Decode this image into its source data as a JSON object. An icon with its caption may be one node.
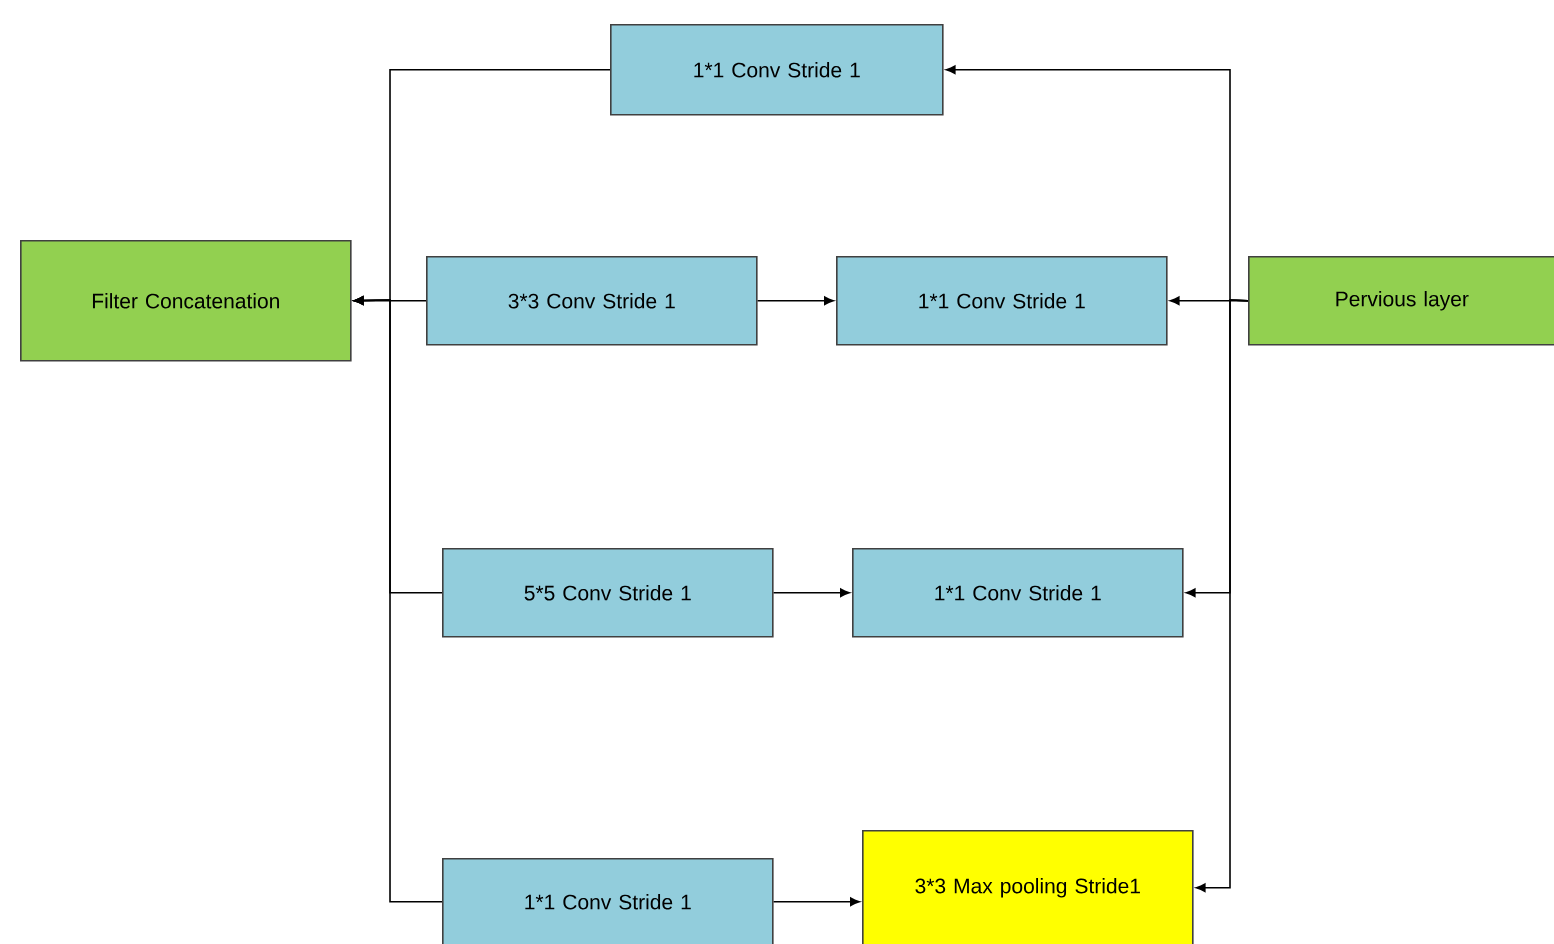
{
  "diagram": {
    "nodes": [
      {
        "text": [
          "1*1 Conv Stride 1"
        ]
      },
      {
        "text": [
          "Filter Concatenation"
        ]
      },
      {
        "text": [
          "3*3 Conv Stride 1"
        ]
      },
      {
        "text": [
          "1*1 Conv Stride 1"
        ]
      },
      {
        "text": [
          "Pervious layer"
        ]
      },
      {
        "text": [
          "5*5 Conv Stride 1"
        ]
      },
      {
        "text": [
          "1*1 Conv Stride 1"
        ]
      },
      {
        "text": [
          "1*1 Conv Stride 1"
        ]
      },
      {
        "text": [
          "3*3 Max pooling Stride1"
        ]
      }
    ],
    "edges": [
      {
        "from": 4,
        "to": 0,
        "arrow": "to"
      },
      {
        "from": 4,
        "to": 3,
        "arrow": "to"
      },
      {
        "from": 4,
        "to": 6,
        "arrow": "to"
      },
      {
        "from": 4,
        "to": 8,
        "arrow": "to"
      },
      {
        "from": 0,
        "to": 1,
        "arrow": "to"
      },
      {
        "from": 2,
        "to": 1,
        "arrow": "to"
      },
      {
        "from": 5,
        "to": 1,
        "arrow": "to"
      },
      {
        "from": 7,
        "to": 1,
        "arrow": "to"
      },
      {
        "from": 2,
        "to": 3,
        "arrow": "to"
      },
      {
        "from": 5,
        "to": 6,
        "arrow": "to"
      },
      {
        "from": 7,
        "to": 8,
        "arrow": "to"
      }
    ]
  }
}
